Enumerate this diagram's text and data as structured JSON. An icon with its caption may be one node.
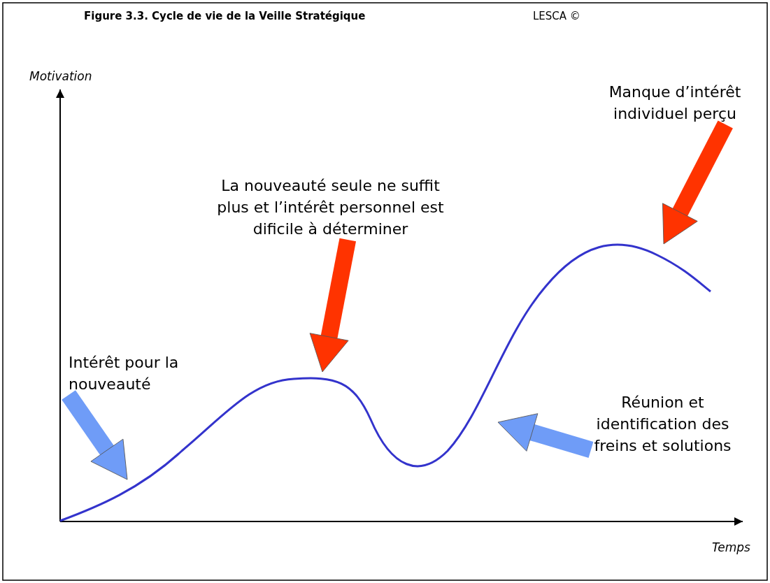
{
  "diagram": {
    "title": "Figure 3.3. Cycle de vie de la Veille Stratégique",
    "nodes": [
      {
        "text": [
          "Intérêt pour la nouveauté"
        ]
      },
      {
        "text": [
          "La nouveauté seule ne suffit plus et l’intérêt personnel est dificile à déterminer"
        ]
      },
      {
        "text": [
          "Manque d’intérêt individuel perçu"
        ]
      },
      {
        "text": [
          "Réunion et identification des freins et solutions"
        ]
      }
    ],
    "edges": [
      {
        "from": 0,
        "to": null,
        "arrow": "to",
        "color": "#6f9cf7"
      },
      {
        "from": 1,
        "to": null,
        "arrow": "to",
        "color": "#ff3300"
      },
      {
        "from": 2,
        "to": null,
        "arrow": "to",
        "color": "#ff3300"
      },
      {
        "from": 3,
        "to": null,
        "arrow": "to",
        "color": "#6f9cf7"
      }
    ],
    "labels": [
      "LESCA ©",
      "Motivation",
      "Temps"
    ]
  }
}
